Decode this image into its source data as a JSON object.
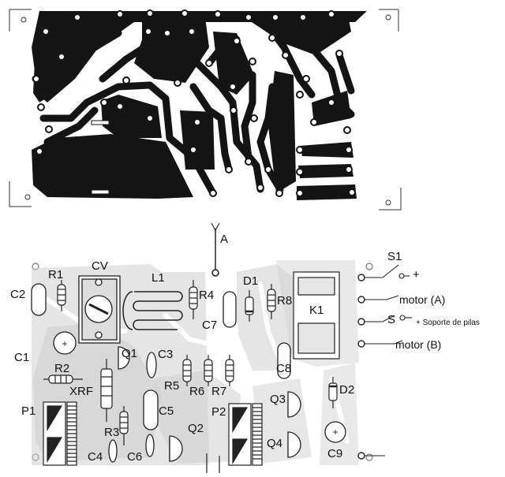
{
  "top_board": {
    "caption": ""
  },
  "antenna": {
    "label": "A"
  },
  "parts": {
    "cv": "CV",
    "r1": "R1",
    "c2": "C2",
    "l1": "L1",
    "r4": "R4",
    "d1": "D1",
    "r8": "R8",
    "k1": "K1",
    "c7": "C7",
    "c1": "C1",
    "q1": "Q1",
    "c3": "C3",
    "r2": "R2",
    "xrf": "XRF",
    "r5": "R5",
    "r6": "R6",
    "r7": "R7",
    "c8": "C8",
    "d2": "D2",
    "p1": "P1",
    "c5": "C5",
    "p2": "P2",
    "q3": "Q3",
    "r3": "R3",
    "q2": "Q2",
    "q4": "Q4",
    "c4": "C4",
    "c6": "C6",
    "c9": "C9"
  },
  "terminals": {
    "s1": "S1",
    "plus": "+",
    "motor_a": "motor (A)",
    "s": "S",
    "battery": "+ Soporte de pilas",
    "motor_b": "motor (B)"
  },
  "colors": {
    "copper": "#111111",
    "shade": "#c9c9c9",
    "line": "#222222"
  }
}
